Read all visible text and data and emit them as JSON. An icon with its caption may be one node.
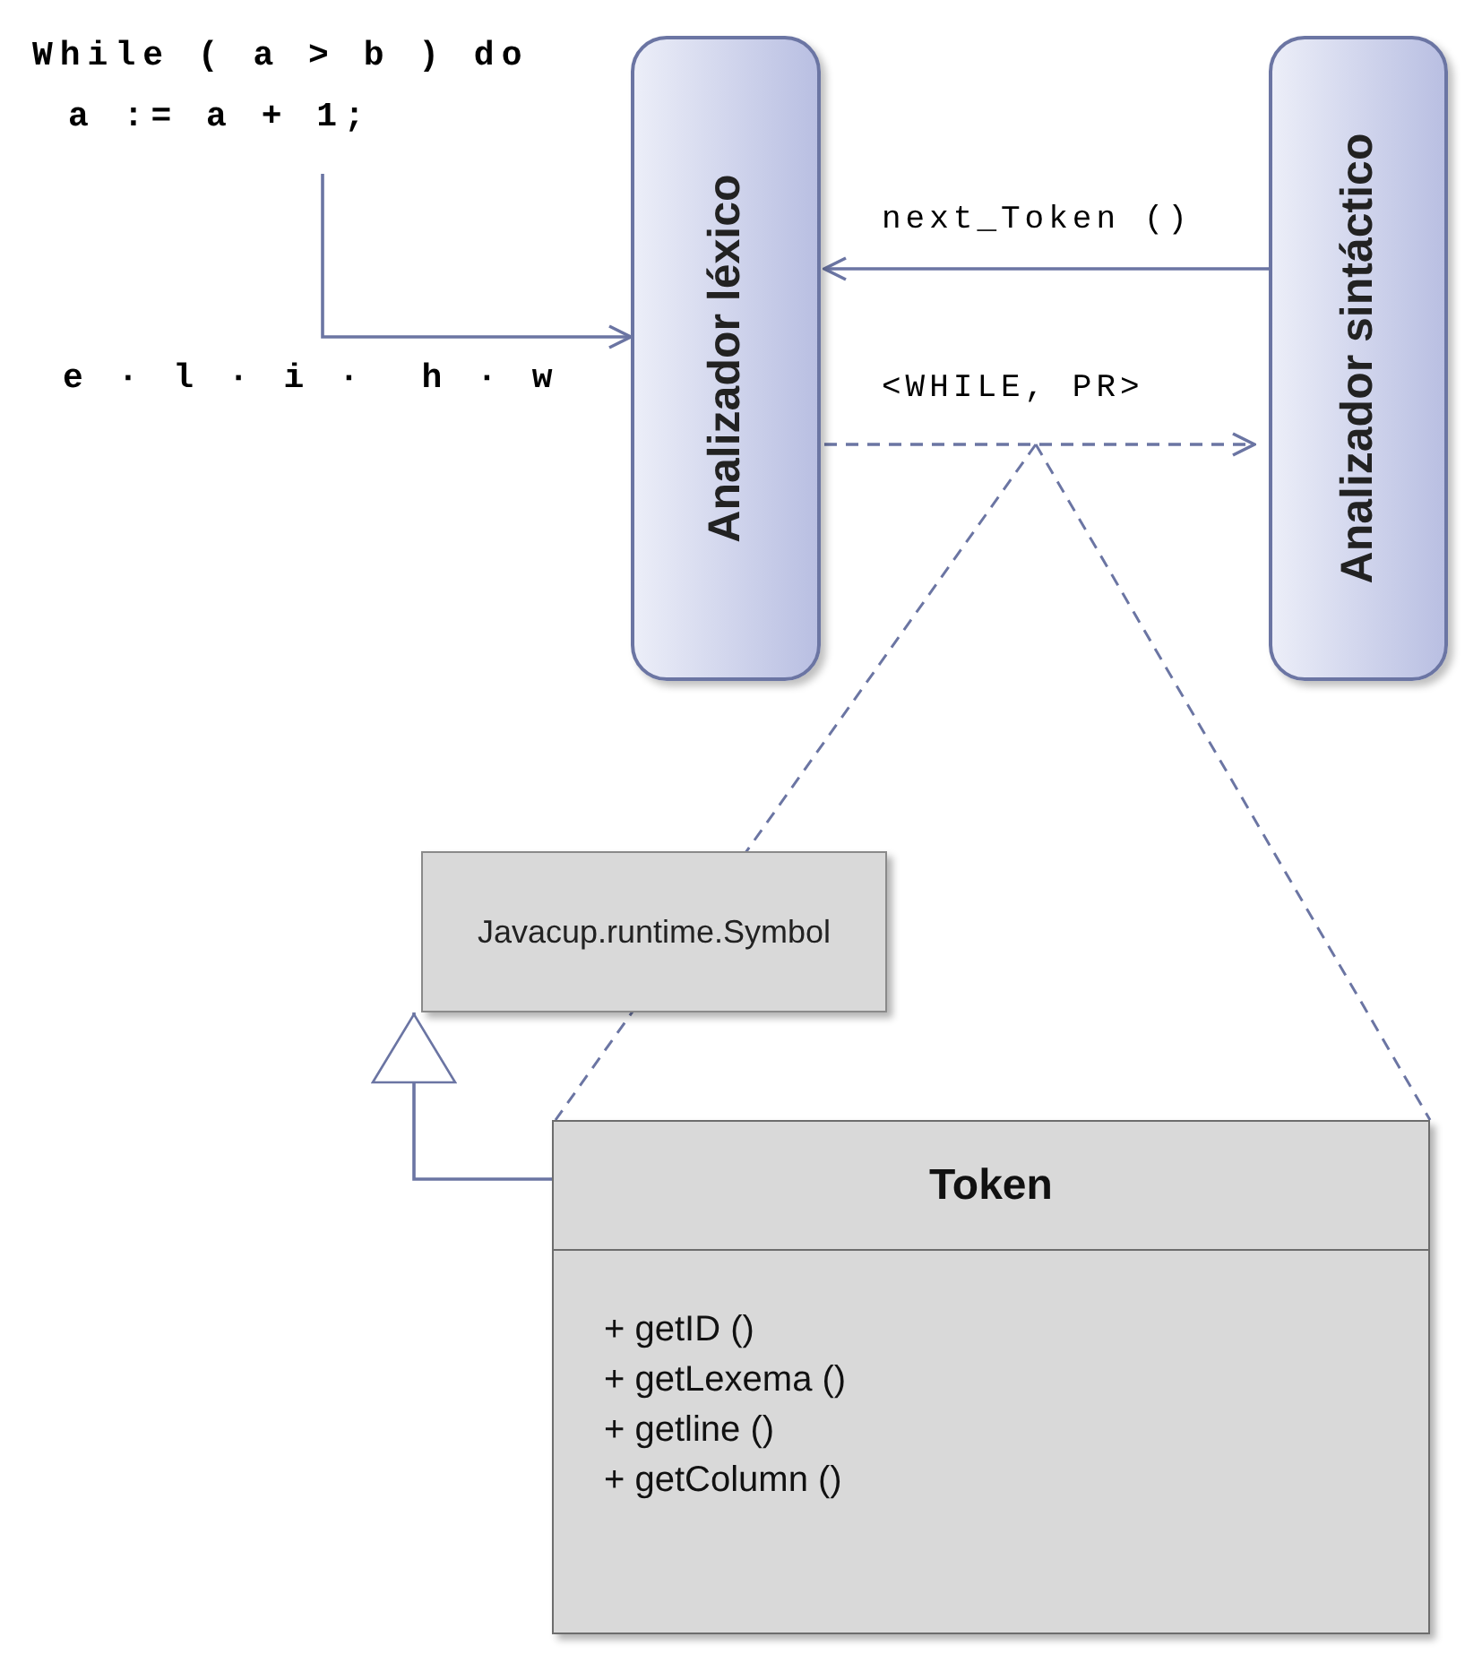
{
  "diagram": {
    "nodes": [
      {
        "text": [
          "While ( a > b ) do",
          "a := a + 1;"
        ]
      },
      {
        "text": [
          "Analizador léxico"
        ]
      },
      {
        "text": [
          "Analizador sintáctico"
        ]
      },
      {
        "text": [
          "Javacup.runtime.Symbol"
        ]
      },
      {
        "text": [
          "Token",
          "+ getID ()",
          "+ getLexema ()",
          "+ getline ()",
          "+ getColumn ()"
        ]
      }
    ],
    "edges": [
      {
        "from": 0,
        "to": 1,
        "arrow": "to"
      },
      {
        "from": 2,
        "to": 1,
        "arrow": "to",
        "label": "next_Token ()"
      },
      {
        "from": 1,
        "to": 2,
        "arrow": "to",
        "label": "<WHILE, PR>",
        "style": "dashed"
      },
      {
        "from": 4,
        "to": 3,
        "arrow": "to"
      }
    ],
    "labels": [
      "e · l · i ·  h · w"
    ]
  }
}
